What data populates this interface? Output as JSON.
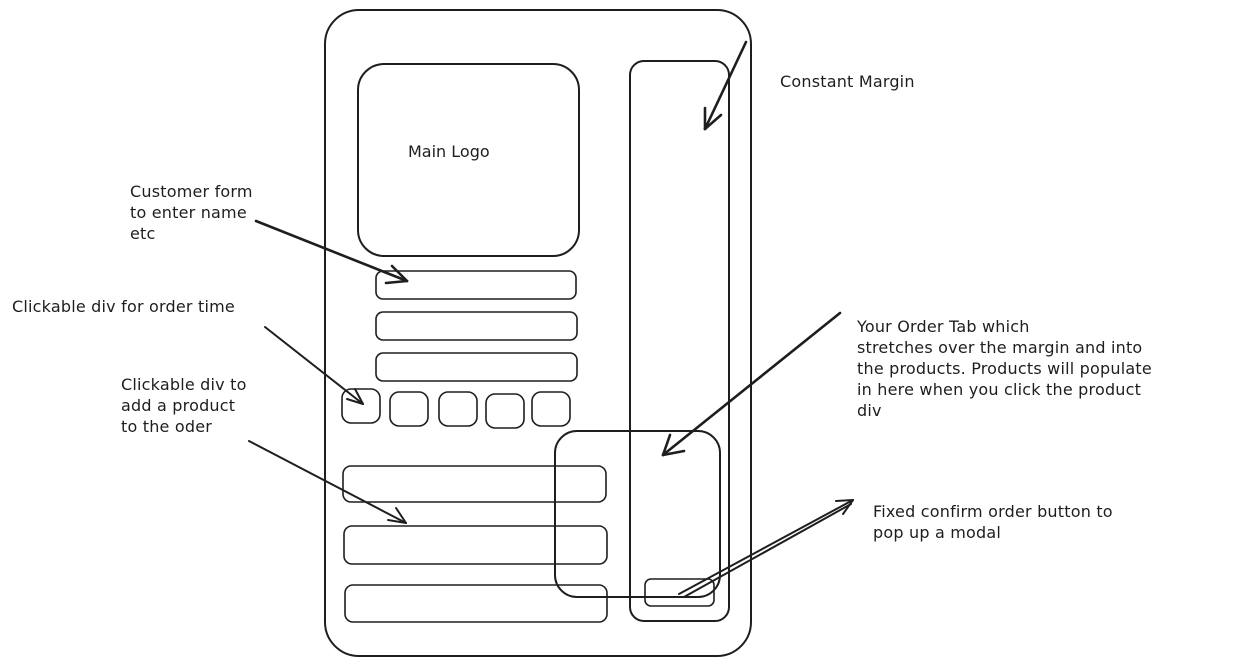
{
  "labels": {
    "main_logo": "Main Logo",
    "constant_margin": "Constant Margin",
    "customer_form": "Customer form\nto enter name\netc",
    "order_time": "Clickable div for order time",
    "add_product": "Clickable div to\nadd a product\nto the oder",
    "order_tab": "Your Order Tab which\nstretches over the margin and into\nthe products.  Products will populate\nin here when you click the product\ndiv",
    "confirm_button": "Fixed confirm order button to\npop up a modal"
  },
  "counts": {
    "form_fields": 3,
    "time_slots": 5,
    "product_rows": 3
  }
}
